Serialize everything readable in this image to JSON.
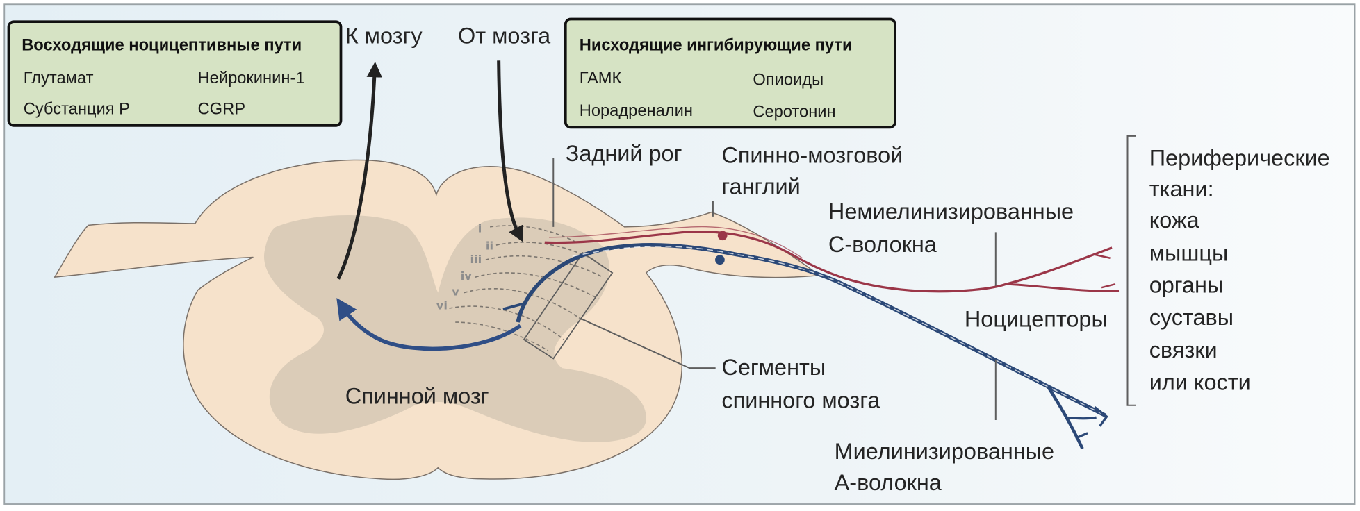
{
  "ascending_box": {
    "title": "Восходящие ноцицептивные пути",
    "items": [
      "Глутамат",
      "Нейрокинин-1",
      "Субстанция Р",
      "CGRP"
    ]
  },
  "descending_box": {
    "title": "Нисходящие ингибирующие пути",
    "items": [
      "ГАМК",
      "Опиоиды",
      "Норадреналин",
      "Серотонин"
    ]
  },
  "labels": {
    "to_brain": "К мозгу",
    "from_brain": "От мозга",
    "dorsal_horn": "Задний рог",
    "ganglion": [
      "Спинно-мозговой",
      "ганглий"
    ],
    "unmyelinated_fibers": [
      "Немиелинизированные",
      "С-волокна"
    ],
    "nociceptors": "Ноцицепторы",
    "segments": [
      "Сегменты",
      "спинного мозга"
    ],
    "spinal_cord": "Спинной мозг",
    "myelinated_fibers": [
      "Миелинизированные",
      "А-волокна"
    ],
    "peripheral_tissues": [
      "Периферические",
      "ткани:",
      "кожа",
      "мышцы",
      "органы",
      "суставы",
      "связки",
      "или кости"
    ]
  },
  "laminae": [
    "i",
    "ii",
    "iii",
    "iv",
    "v",
    "vi"
  ],
  "colors": {
    "spinal_cord": "#f6e2cb",
    "gray_matter": "#dbccb8",
    "c_fiber": "#9b3648",
    "a_fiber": "#2b4877",
    "box_fill": "#d6e3c4"
  }
}
